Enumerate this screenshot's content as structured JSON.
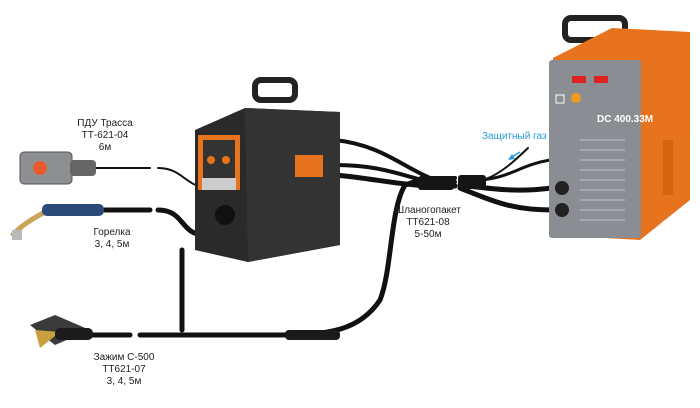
{
  "labels": {
    "remote": {
      "name": "ПДУ Трасса",
      "code": "ТТ-621-04",
      "length": "6м"
    },
    "torch": {
      "name": "Горелка",
      "length": "3, 4, 5м"
    },
    "clamp": {
      "name": "Зажим С-500",
      "code": "ТТ621-07",
      "length": "3, 4, 5м"
    },
    "hose": {
      "name": "Шланогопакет",
      "code": "ТТ621-08",
      "length": "5-50м"
    },
    "gas": "Защитный газ",
    "machine_model": "DC 400.33M"
  },
  "colors": {
    "machine_orange": "#e8731e",
    "panel_gray": "#8a8d91",
    "gas_label": "#2a9bd8",
    "cable": "#111111"
  }
}
